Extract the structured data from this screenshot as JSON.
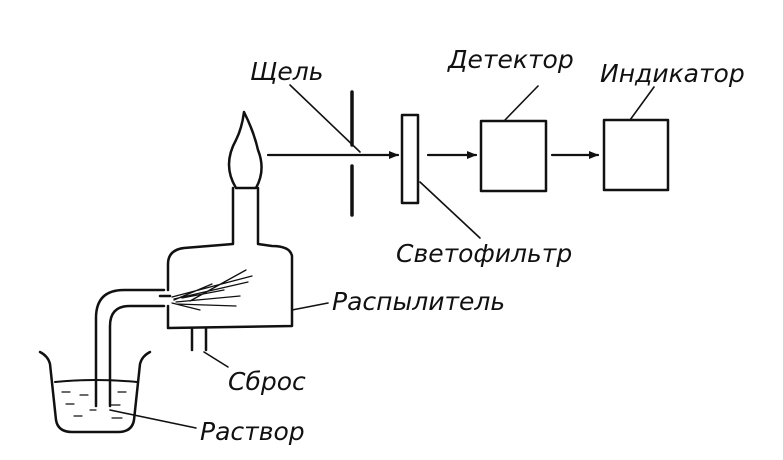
{
  "labels": {
    "slit": "Щель",
    "detector": "Детектор",
    "indicator": "Индикатор",
    "filter": "Светофильтр",
    "atomizer": "Распылитель",
    "drain": "Сброс",
    "solution": "Раствор"
  },
  "colors": {
    "ink": "#111111",
    "background": "#ffffff"
  }
}
